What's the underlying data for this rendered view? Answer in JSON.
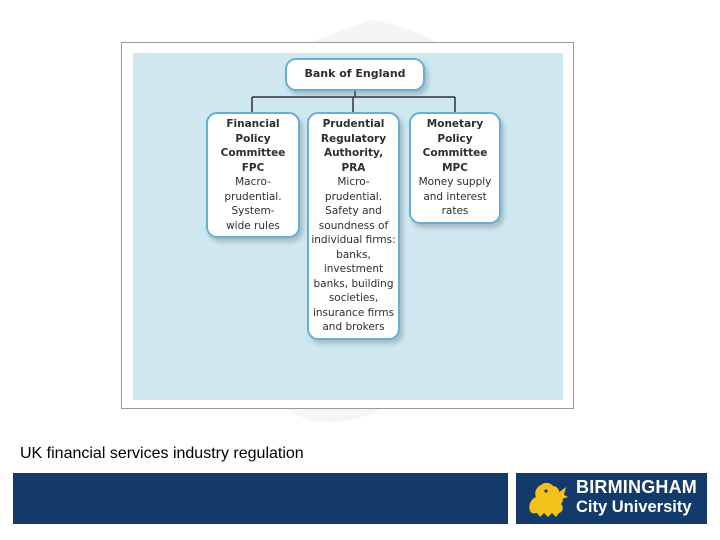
{
  "diagram": {
    "root": {
      "label": "Bank of England"
    },
    "children": [
      {
        "id": "fpc",
        "title": "Financial\nPolicy\nCommittee\nFPC",
        "description": "Macro-\nprudential.\nSystem-\nwide rules"
      },
      {
        "id": "pra",
        "title": "Prudential\nRegulatory\nAuthority,\nPRA",
        "description": "Micro-\nprudential.\nSafety and\nsoundness of\nindividual firms:\nbanks,\ninvestment\nbanks, building\nsocieties,\ninsurance firms\nand brokers"
      },
      {
        "id": "mpc",
        "title": "Monetary\nPolicy\nCommittee\nMPC",
        "description": "Money supply\nand interest\nrates"
      }
    ]
  },
  "slide": {
    "caption": "UK financial services industry regulation"
  },
  "branding": {
    "logo_line_1": "BIRMINGHAM",
    "logo_line_2": "City University",
    "icon": "lion-crest-icon",
    "brand_color": "#143a6b",
    "accent_color": "#f2c21b",
    "panel_color": "#cfe8f0",
    "node_border_color": "#6aaed1"
  }
}
